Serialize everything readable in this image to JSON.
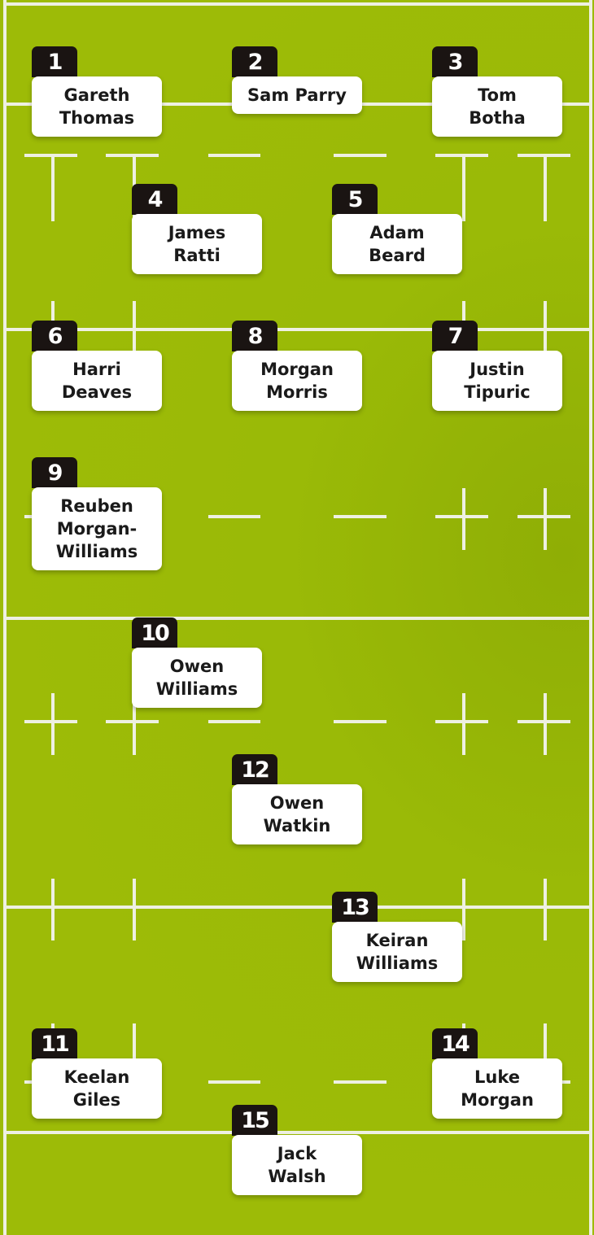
{
  "colors": {
    "pitch": "#9dbb07",
    "lines": "#eef0e2",
    "badge": "#1a1412",
    "card": "#ffffff"
  },
  "players": [
    {
      "number": "1",
      "name": "Gareth Thomas"
    },
    {
      "number": "2",
      "name": "Sam Parry"
    },
    {
      "number": "3",
      "name": "Tom Botha"
    },
    {
      "number": "4",
      "name": "James Ratti"
    },
    {
      "number": "5",
      "name": "Adam Beard"
    },
    {
      "number": "6",
      "name": "Harri Deaves"
    },
    {
      "number": "8",
      "name": "Morgan Morris"
    },
    {
      "number": "7",
      "name": "Justin Tipuric"
    },
    {
      "number": "9",
      "name": "Reuben Morgan-Williams"
    },
    {
      "number": "10",
      "name": "Owen Williams"
    },
    {
      "number": "12",
      "name": "Owen Watkin"
    },
    {
      "number": "13",
      "name": "Keiran Williams"
    },
    {
      "number": "11",
      "name": "Keelan Giles"
    },
    {
      "number": "14",
      "name": "Luke Morgan"
    },
    {
      "number": "15",
      "name": "Jack Walsh"
    }
  ]
}
